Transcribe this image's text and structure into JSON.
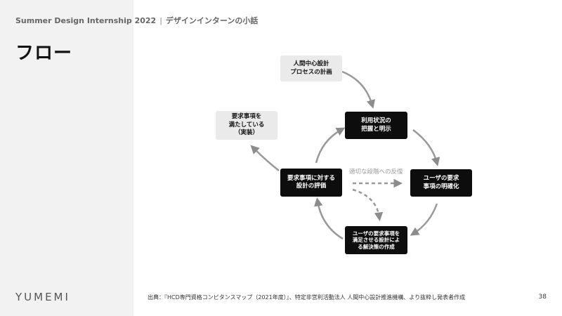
{
  "header": {
    "event": "Summer Design Internship 2022",
    "separator": "|",
    "topic": "デザインインターンの小話"
  },
  "page": {
    "title": "フロー",
    "logo": "YUMEMI",
    "page_number": "38"
  },
  "diagram": {
    "plan": {
      "line1": "人間中心設計",
      "line2": "プロセスの計画"
    },
    "understand": {
      "line1": "利用状況の",
      "line2": "把握と明示"
    },
    "requirements": {
      "line1": "ユーザの要求",
      "line2": "事項の明確化"
    },
    "solution": {
      "line1": "ユーザの要求事項を",
      "line2": "満足させる設計によ",
      "line3": "る解決策の作成"
    },
    "evaluate": {
      "line1": "要求事項に対する",
      "line2": "設計の評価"
    },
    "satisfied": {
      "line1": "要求事項を",
      "line2": "満たしている",
      "line3": "（実装）"
    },
    "feedback_label": "適切な段階への反復"
  },
  "citation": "出典：『HCD専門資格コンピタンスマップ（2021年度）』、特定非営利活動法人 人間中心設計推進機構、より抜粋し発表者作成"
}
